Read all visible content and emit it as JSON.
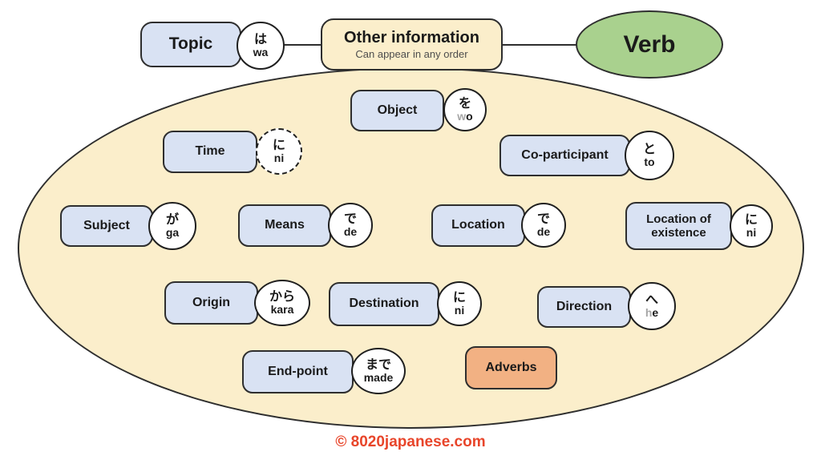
{
  "header": {
    "topic": {
      "label": "Topic",
      "kana": "は",
      "romaji": "wa"
    },
    "other_info": {
      "title": "Other information",
      "subtitle": "Can appear in any order"
    },
    "verb": {
      "label": "Verb"
    }
  },
  "nodes": [
    {
      "label": "Object",
      "kana": "を",
      "romaji_silent": "w",
      "romaji": "o"
    },
    {
      "label": "Time",
      "kana": "に",
      "romaji": "ni",
      "circle_style": "dashed"
    },
    {
      "label": "Co-participant",
      "kana": "と",
      "romaji": "to"
    },
    {
      "label": "Subject",
      "kana": "が",
      "romaji": "ga"
    },
    {
      "label": "Means",
      "kana": "で",
      "romaji": "de"
    },
    {
      "label": "Location",
      "kana": "で",
      "romaji": "de"
    },
    {
      "label": "Location of existence",
      "kana": "に",
      "romaji": "ni"
    },
    {
      "label": "Origin",
      "kana": "から",
      "romaji": "kara"
    },
    {
      "label": "Destination",
      "kana": "に",
      "romaji": "ni"
    },
    {
      "label": "Direction",
      "kana": "へ",
      "romaji_silent": "h",
      "romaji": "e"
    },
    {
      "label": "End-point",
      "kana": "まで",
      "romaji": "made"
    },
    {
      "label": "Adverbs"
    }
  ],
  "footer": {
    "copyright": "© 8020japanese.com"
  },
  "colors": {
    "node_fill": "#d9e2f3",
    "ellipse_fill": "#fbeecb",
    "verb_fill": "#a9d18e",
    "adverbs_fill": "#f2b183",
    "copyright_red": "#e8452a",
    "silent_letter_gray": "#a6a6a6"
  }
}
